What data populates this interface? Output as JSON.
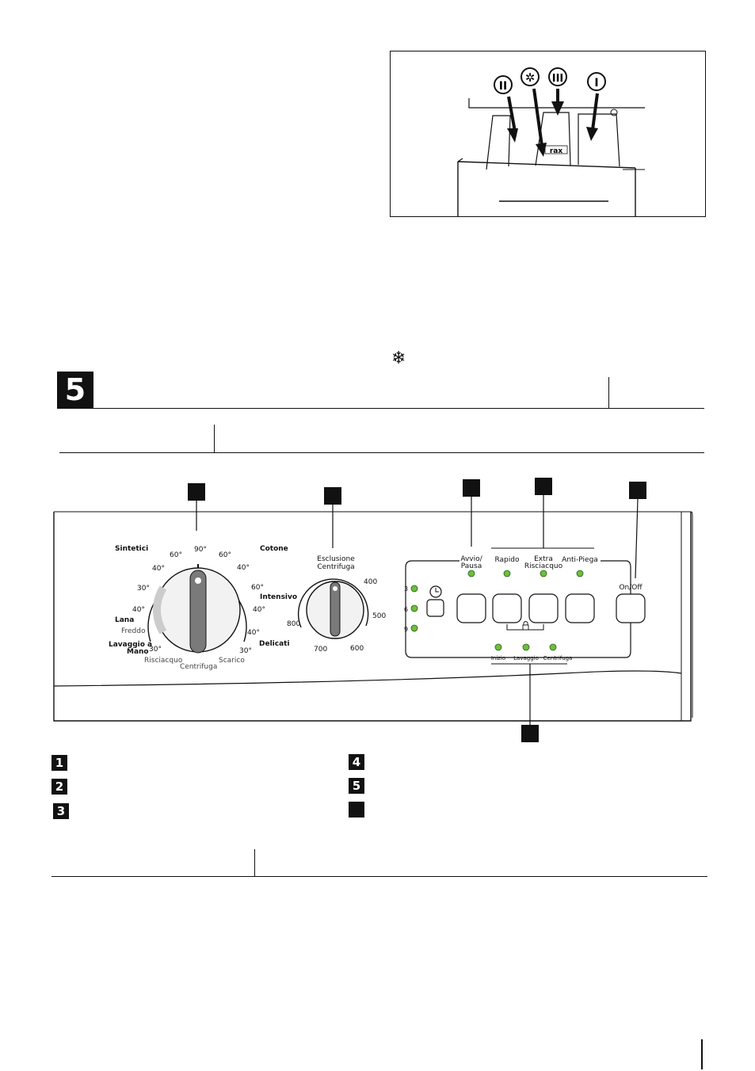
{
  "section_number": "5",
  "snowflake_symbol": "❄",
  "drawer": {
    "compartments": [
      "II",
      "III",
      "I"
    ],
    "flower_symbol": "✲",
    "brand": "rax"
  },
  "panel": {
    "program_dial": {
      "groups": [
        "Sintetici",
        "Cotone",
        "Intensivo",
        "Lana",
        "Lavaggio a",
        "Mano",
        "Delicati"
      ],
      "temps_left": [
        "60°",
        "40°",
        "30°",
        "40°",
        "30°"
      ],
      "temps_top": [
        "90°",
        "60°"
      ],
      "temps_right": [
        "40°",
        "60°",
        "40°",
        "40°",
        "30°"
      ],
      "freddo": "Freddo",
      "risciacquo": "Risciacquo",
      "centrifuga": "Centrifuga",
      "scarico": "Scarico"
    },
    "spin_dial": {
      "title_line1": "Esclusione",
      "title_line2": "Centrifuga",
      "speeds": [
        "400",
        "500",
        "600",
        "700",
        "800"
      ]
    },
    "delay": {
      "hours": [
        "3",
        "6",
        "9"
      ]
    },
    "buttons": {
      "avvio_line1": "Avvio/",
      "avvio_line2": "Pausa",
      "rapido": "Rapido",
      "extra_line1": "Extra",
      "extra_line2": "Risciacquo",
      "antipiega": "Anti-Piega",
      "onoff": "On/Off"
    },
    "phases": [
      "Inizio",
      "Lavaggio",
      "Centrifuga"
    ]
  },
  "legend_numbers": [
    "1",
    "2",
    "3",
    "4",
    "5",
    ""
  ],
  "colors": {
    "ink": "#111111",
    "led_green": "#6bbf3a",
    "knob_grey": "#7a7a7a"
  }
}
